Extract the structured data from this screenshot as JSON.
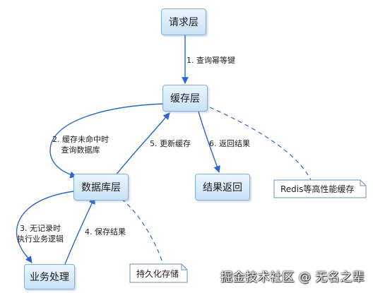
{
  "nodes": {
    "request": "请求层",
    "cache": "缓存层",
    "database": "数据库层",
    "result": "结果返回",
    "business": "业务处理"
  },
  "edges": {
    "e1": "1. 查询幂等键",
    "e2_line1": "2. 缓存未命中时",
    "e2_line2": "查询数据库",
    "e3_line1": "3. 无记录时",
    "e3_line2": "执行业务逻辑",
    "e4": "4. 保存结果",
    "e5": "5. 更新缓存",
    "e6": "6. 返回结果"
  },
  "notes": {
    "redis": "Redis等高性能缓存",
    "persist": "持久化存储"
  },
  "watermark": "掘金技术社区 @ 无名之辈",
  "colors": {
    "edge": "#2a66c9",
    "node_border": "#84aedb",
    "node_fill_top": "#e9f5fd",
    "node_fill_bottom": "#c8e2f6"
  }
}
